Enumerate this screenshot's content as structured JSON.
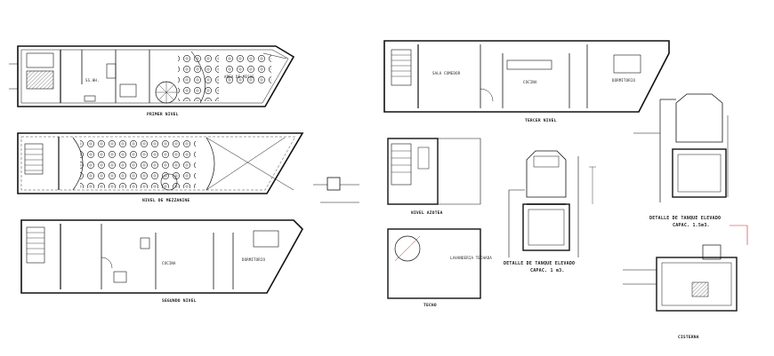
{
  "drawing": {
    "background": "#ffffff",
    "line_color": "#111111",
    "accent_color": "#cc2222",
    "labels": {
      "primer_nivel": "PRIMER NIVEL",
      "nivel_mezzanine": "NIVEL DE MEZZANINE",
      "segundo_nivel": "SEGUNDO NIVEL",
      "tercer_nivel": "TERCER NIVEL",
      "nivel_azotea": "NIVEL AZOTEA",
      "techo": "TECHO",
      "detalle_tanque_1": "DETALLE DE TANQUE ELEVADO",
      "detalle_tanque_1_sub": "CAPAC. 1 m3.",
      "detalle_tanque_2": "DETALLE DE TANQUE ELEVADO",
      "detalle_tanque_2_sub": "CAPAC. 1.5m3.",
      "cisterna": "CISTERNA",
      "dormitorio": "DORMITORIO",
      "sala_comedor": "SALA COMEDOR",
      "cocina": "COCINA",
      "ssHH": "SS.HH.",
      "area_mesas": "AREA DE MESAS",
      "lavanderia": "LAVANDERIA TECHADA"
    }
  }
}
